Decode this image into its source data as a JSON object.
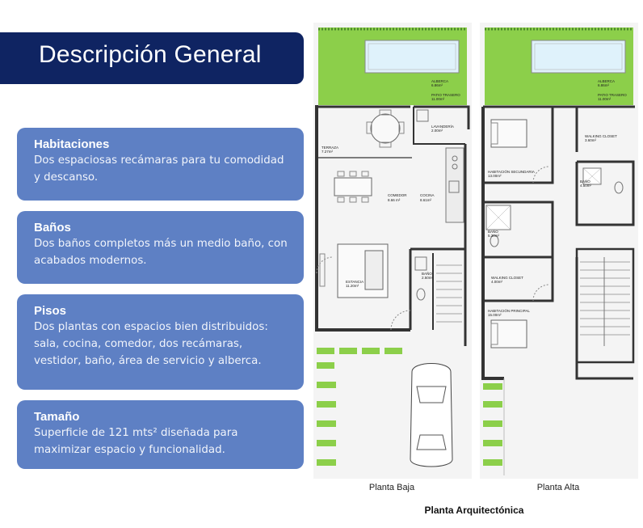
{
  "header": {
    "title": "Descripción General"
  },
  "cards": [
    {
      "title": "Habitaciones",
      "text": "Dos espaciosas recámaras para tu comodidad y descanso."
    },
    {
      "title": "Baños",
      "text": "Dos baños completos más un medio baño, con acabados modernos."
    },
    {
      "title": "Pisos",
      "text": "Dos plantas con espacios bien distribuidos: sala, cocina, comedor, dos recámaras, vestidor, baño, área de servicio y alberca."
    },
    {
      "title": "Tamaño",
      "text": "Superficie de 121 mts² diseñada para maximizar espacio y funcionalidad."
    }
  ],
  "plans": {
    "ground": {
      "caption": "Planta Baja",
      "rooms": {
        "alberca": "ALBERCA",
        "alberca_area": "6.86m²",
        "patio": "PATIO TRASERO",
        "patio_area": "11.00m²",
        "lavanderia": "LAVANDERÍA",
        "lavanderia_area": "2.00m²",
        "terraza": "TERRAZA",
        "terraza_area": "7.27m²",
        "comedor": "COMEDOR",
        "comedor_area": "8.66 m²",
        "cocina": "COCINA",
        "cocina_area": "8.61m²",
        "estancia": "ESTANCIA",
        "estancia_area": "11.20m²",
        "bano": "BAÑO",
        "bano_area": "2.50m²"
      }
    },
    "upper": {
      "caption": "Planta Alta",
      "rooms": {
        "alberca": "ALBERCA",
        "alberca_area": "6.86m²",
        "patio": "PATIO TRASERO",
        "patio_area": "11.00m²",
        "walking1": "WALKING CLOSET",
        "walking1_area": "3.60m²",
        "hab_sec": "HABITACIÓN SECUNDARIA",
        "hab_sec_area": "13.00m²",
        "bano1": "BAÑO",
        "bano1_area": "4.50m²",
        "bano2": "BAÑO",
        "bano2_area": "5.30m²",
        "walking2": "WALKING CLOSET",
        "walking2_area": "4.00m²",
        "hab_pri": "HABITACIÓN PRINCIPAL",
        "hab_pri_area": "15.00m²"
      }
    }
  },
  "footer_caption": "Planta Arquitectónica",
  "colors": {
    "header": "#0f2462",
    "card": "#5e80c4",
    "grass": "#8ccf4a",
    "pool": "#dff2fb"
  }
}
